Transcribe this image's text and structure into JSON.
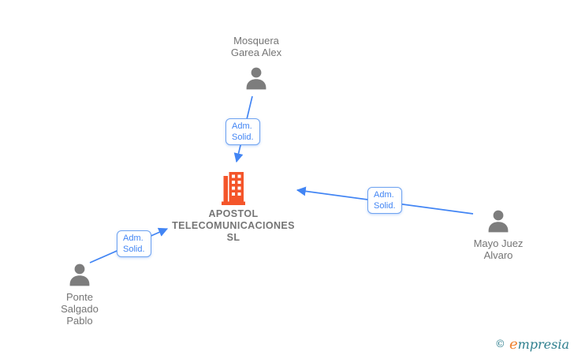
{
  "colors": {
    "accent_blue": "#4285F4",
    "box_border_blue": "#6FA3F0",
    "person_gray": "#7D7D7D",
    "text_gray": "#757575",
    "building_orange": "#F4552A",
    "logo_teal": "#2E7F8E",
    "logo_orange": "#F0822F",
    "background": "#FFFFFF"
  },
  "company": {
    "name_line1": "APOSTOL",
    "name_line2": "TELECOMUNICACIONES",
    "name_line3": "SL",
    "icon": "building-icon"
  },
  "persons": {
    "mosquera": {
      "line1": "Mosquera",
      "line2": "Garea Alex",
      "icon": "person-icon"
    },
    "mayo": {
      "line1": "Mayo Juez",
      "line2": "Alvaro",
      "icon": "person-icon"
    },
    "ponte": {
      "line1": "Ponte",
      "line2": "Salgado",
      "line3": "Pablo",
      "icon": "person-icon"
    }
  },
  "edges": {
    "mosquera_to_company": {
      "label_line1": "Adm.",
      "label_line2": "Solid."
    },
    "mayo_to_company": {
      "label_line1": "Adm.",
      "label_line2": "Solid."
    },
    "ponte_to_company": {
      "label_line1": "Adm.",
      "label_line2": "Solid."
    }
  },
  "footer": {
    "copyright_symbol": "©",
    "brand_first_letter": "e",
    "brand_rest": "mpresia"
  }
}
